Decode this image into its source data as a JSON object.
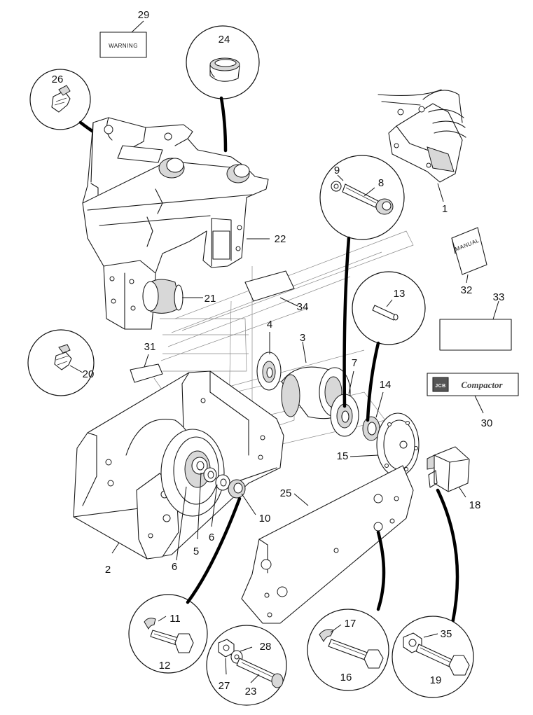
{
  "diagram": {
    "callouts": {
      "n1": "1",
      "n2": "2",
      "n3": "3",
      "n4": "4",
      "n5": "5",
      "n6a": "6",
      "n6b": "6",
      "n7": "7",
      "n8": "8",
      "n9": "9",
      "n10": "10",
      "n11": "11",
      "n12": "12",
      "n13": "13",
      "n14": "14",
      "n15": "15",
      "n16": "16",
      "n17": "17",
      "n18": "18",
      "n19": "19",
      "n20": "20",
      "n21": "21",
      "n22": "22",
      "n23": "23",
      "n24": "24",
      "n25": "25",
      "n26": "26",
      "n27": "27",
      "n28": "28",
      "n29": "29",
      "n30": "30",
      "n31": "31",
      "n32": "32",
      "n33": "33",
      "n34": "34",
      "n35": "35"
    },
    "warning_label": "WARNING",
    "manual_label": "MANUAL",
    "decal_logo_mark": "JCB",
    "decal_text": "Compactor"
  }
}
